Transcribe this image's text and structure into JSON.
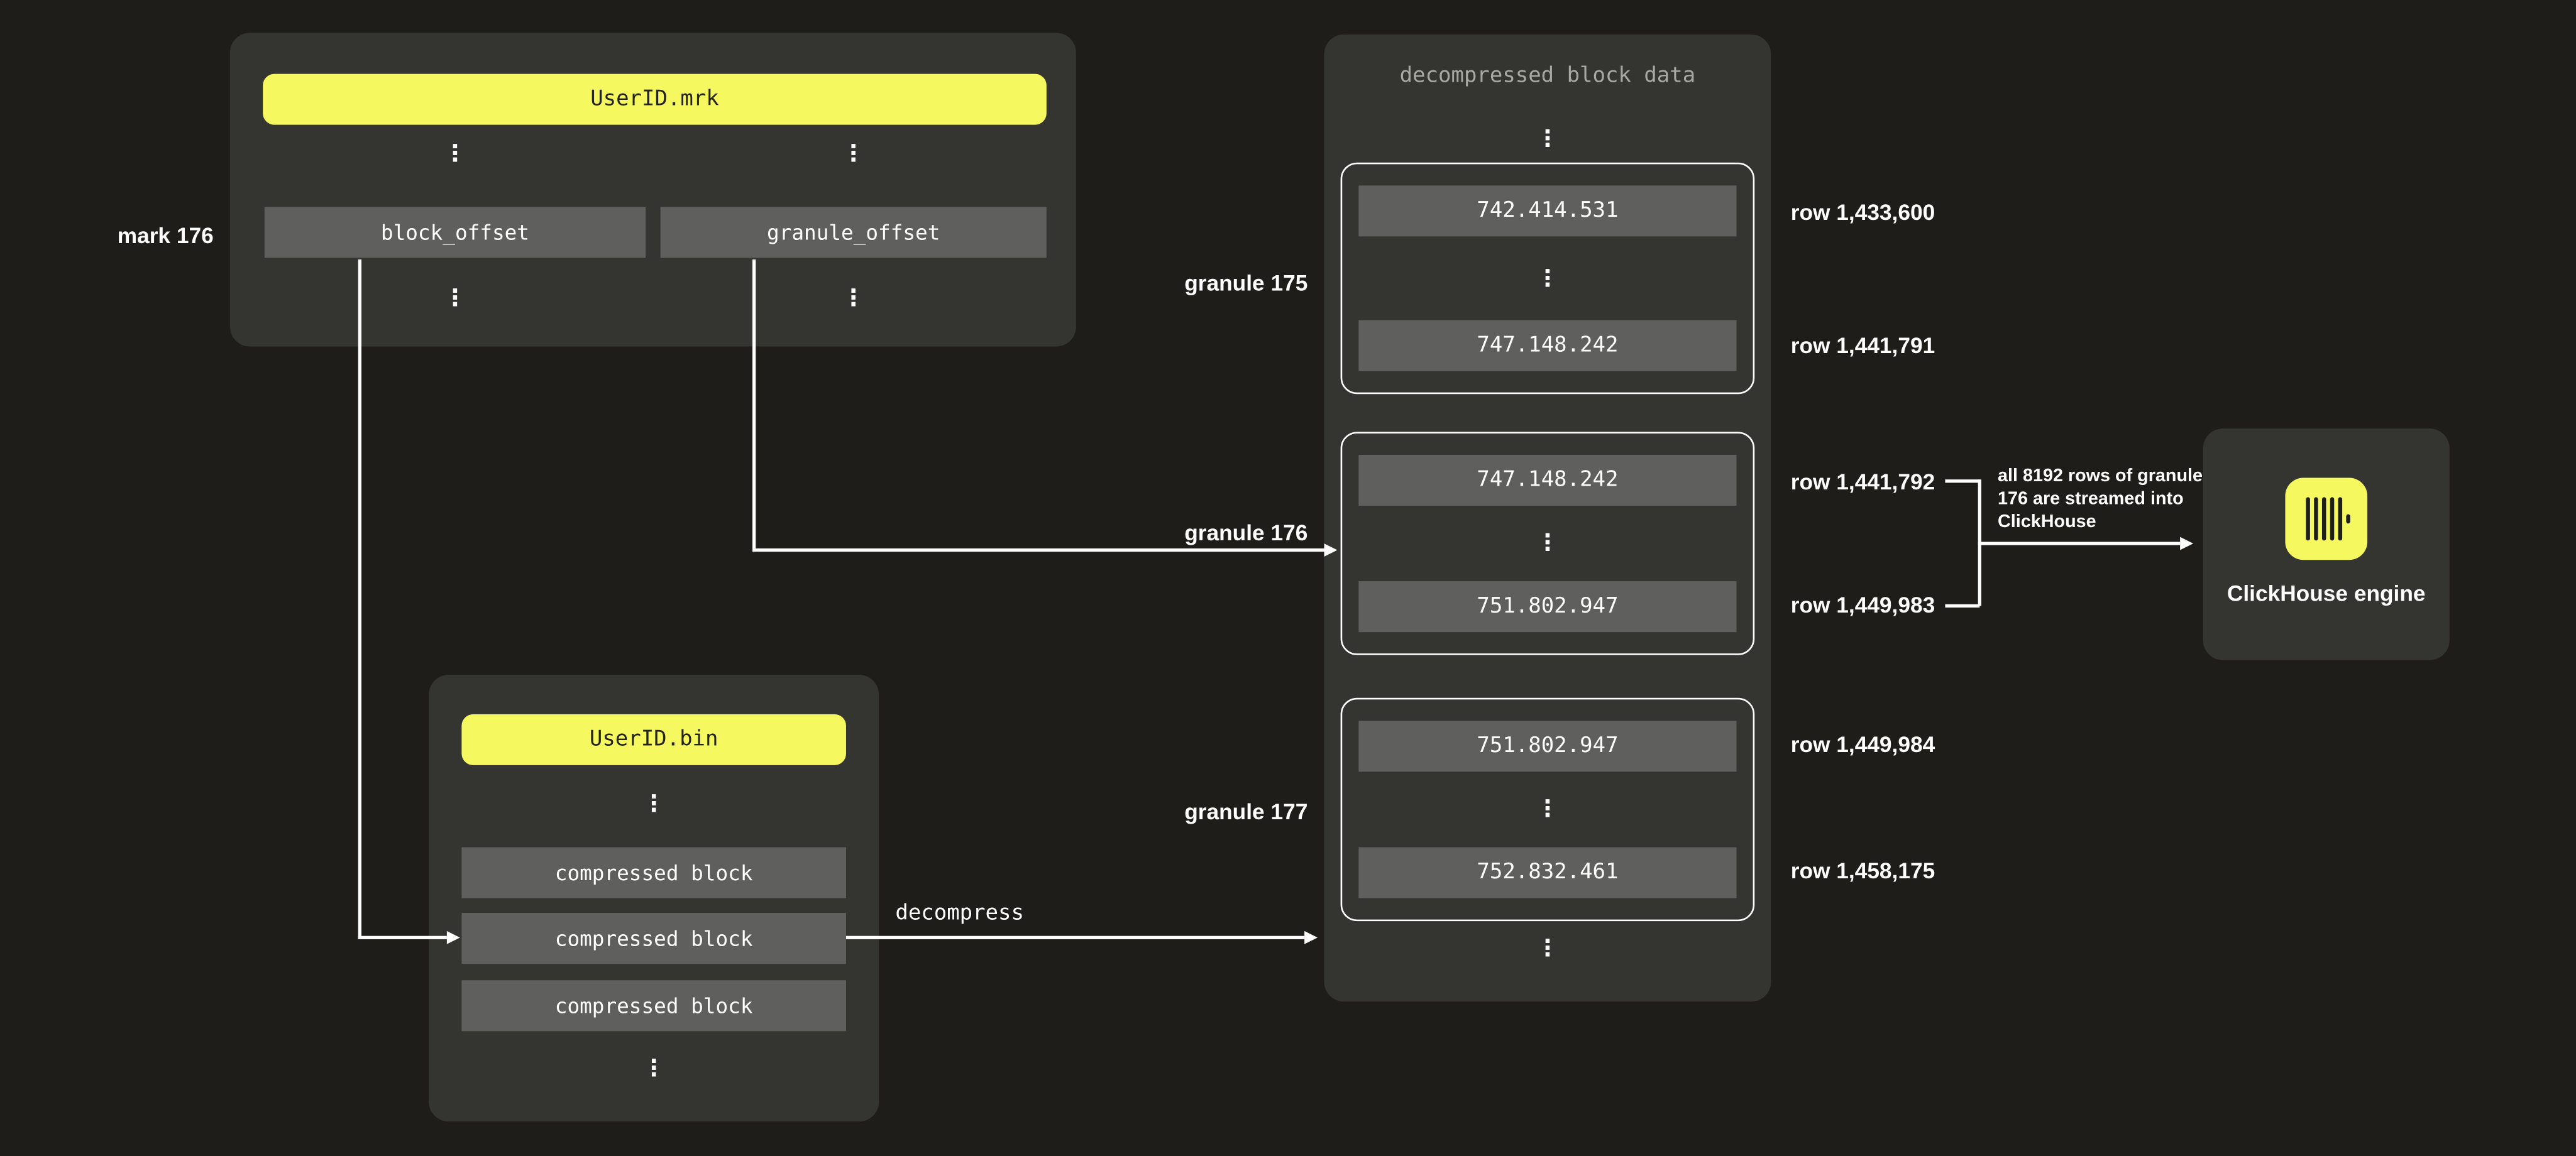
{
  "colors": {
    "background": "#1e1d19",
    "panel": "#343431",
    "box": "#5f5f5e",
    "accent_yellow": "#f5f85f",
    "text_white": "#ffffff",
    "text_dark": "#24241c",
    "text_muted": "#a9a9a4",
    "line": "#ffffff"
  },
  "ui": {
    "ellipsis": "⋮"
  },
  "mrk_file": {
    "title": "UserID.mrk",
    "mark_label": "mark 176",
    "fields": [
      "block_offset",
      "granule_offset"
    ]
  },
  "bin_file": {
    "title": "UserID.bin",
    "blocks": [
      "compressed block",
      "compressed block",
      "compressed block"
    ],
    "decompress_label": "decompress"
  },
  "decompressed": {
    "title": "decompressed block data",
    "granules": [
      {
        "label": "granule 175",
        "values": [
          "742.414.531",
          "747.148.242"
        ],
        "rows": [
          "row 1,433,600",
          "row 1,441,791"
        ]
      },
      {
        "label": "granule 176",
        "values": [
          "747.148.242",
          "751.802.947"
        ],
        "rows": [
          "row 1,441,792",
          "row 1,449,983"
        ]
      },
      {
        "label": "granule 177",
        "values": [
          "751.802.947",
          "752.832.461"
        ],
        "rows": [
          "row 1,449,984",
          "row 1,458,175"
        ]
      }
    ]
  },
  "stream_note": {
    "line1": "all 8192 rows of granule",
    "line2": "176 are streamed into",
    "line3": "ClickHouse"
  },
  "engine": {
    "label": "ClickHouse engine"
  }
}
